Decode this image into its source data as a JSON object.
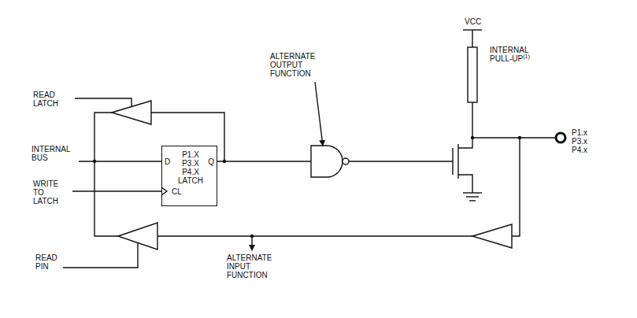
{
  "diagram": {
    "nodes": [
      {
        "text": [
          "D",
          "P1.X P3.X P4.X LATCH",
          "Q",
          "CL"
        ]
      }
    ],
    "labels": [
      "READ LATCH",
      "INTERNAL BUS",
      "WRITE TO LATCH",
      "READ PIN",
      "ALTERNATE OUTPUT FUNCTION",
      "VCC",
      "INTERNAL PULL-UP",
      "(1)",
      "ALTERNATE INPUT FUNCTION",
      "P1.x P3.x P4.x"
    ]
  }
}
